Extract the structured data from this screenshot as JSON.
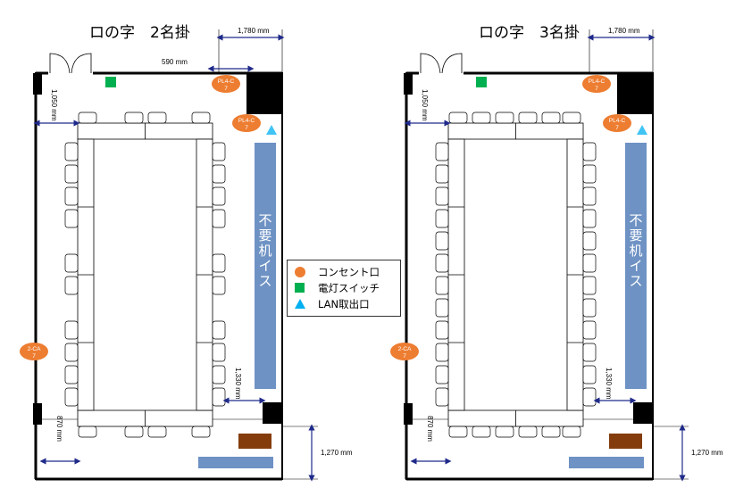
{
  "plans": [
    {
      "title": "ロの字　2名掛",
      "dims": {
        "top_width": "1,780 mm",
        "door_offset": "590 mm",
        "left_gap": "1,050 mm",
        "right_gap": "1,330 mm",
        "bottom_gap": "870 mm",
        "bottom_height": "1,270 mm"
      },
      "outlet_labels": [
        "PL4-C 7",
        "PL4-C 7",
        "2-CA 7"
      ],
      "storage_label": "不要机イス"
    },
    {
      "title": "ロの字　3名掛",
      "dims": {
        "top_width": "1,780 mm",
        "left_gap": "1,050 mm",
        "right_gap": "1,330 mm",
        "bottom_gap": "870 mm",
        "bottom_height": "1,270 mm"
      },
      "outlet_labels": [
        "PL4-C 7",
        "PL4-C 7",
        "2-CA 7"
      ],
      "storage_label": "不要机イス"
    }
  ],
  "legend": [
    {
      "label": "コンセント口",
      "symbol": "circle",
      "color": "#ED7D31"
    },
    {
      "label": "電灯スイッチ",
      "symbol": "square",
      "color": "#00B050"
    },
    {
      "label": "LAN取出口",
      "symbol": "triangle",
      "color": "#00B0F0"
    }
  ],
  "colors": {
    "storage": "#6E92C4",
    "brown": "#843C0C",
    "dim_line": "#1F2A8A"
  }
}
